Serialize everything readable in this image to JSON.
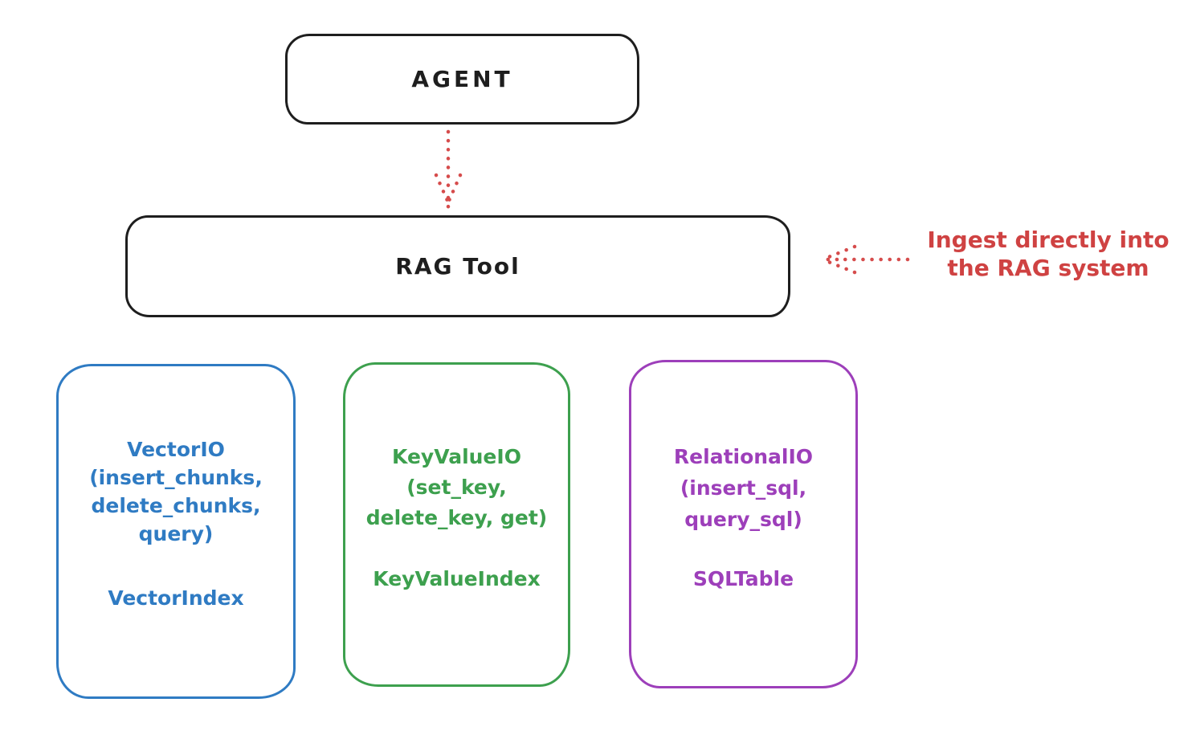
{
  "diagram": {
    "title_context": "RAG Tool architecture sketch",
    "colors": {
      "stroke_black": "#1e1e1e",
      "accent_red": "#cf4242",
      "accent_blue": "#2f7bc3",
      "accent_green": "#3da04e",
      "accent_purple": "#9d3fba",
      "background": "#ffffff"
    },
    "nodes": {
      "agent": {
        "label": "AGENT"
      },
      "rag_tool": {
        "label": "RAG Tool"
      },
      "vector": {
        "lines": [
          "VectorIO",
          "(insert_chunks,",
          "delete_chunks,",
          "query)"
        ],
        "index_label": "VectorIndex",
        "color": "#2f7bc3"
      },
      "keyvalue": {
        "lines": [
          "KeyValueIO",
          "(set_key,",
          "delete_key, get)"
        ],
        "index_label": "KeyValueIndex",
        "color": "#3da04e"
      },
      "relational": {
        "lines": [
          "RelationalIO",
          "(insert_sql,",
          "query_sql)"
        ],
        "index_label": "SQLTable",
        "color": "#9d3fba"
      }
    },
    "edges": {
      "agent_to_rag": {
        "style": "dotted",
        "color": "#d64c4c",
        "direction": "down"
      },
      "annotation_to_rag": {
        "style": "dotted",
        "color": "#d64c4c",
        "direction": "left"
      }
    },
    "annotation": {
      "line1": "Ingest directly into",
      "line2": "the RAG system"
    }
  }
}
